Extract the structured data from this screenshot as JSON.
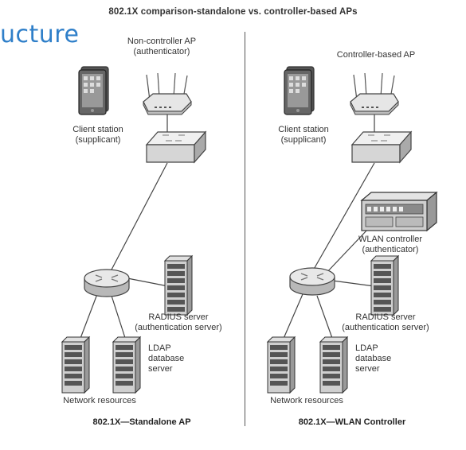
{
  "title": "802.1X comparison-standalone vs. controller-based APs",
  "corner_fragment": "ucture",
  "left_panel": {
    "ap_label_line1": "Non-controller AP",
    "ap_label_line2": "(authenticator)",
    "client_line1": "Client station",
    "client_line2": "(supplicant)",
    "radius_line1": "RADIUS server",
    "radius_line2": "(authentication server)",
    "ldap_line1": "LDAP",
    "ldap_line2": "database",
    "ldap_line3": "server",
    "resources": "Network resources",
    "caption": "802.1X—Standalone AP"
  },
  "right_panel": {
    "ap_label": "Controller-based AP",
    "client_line1": "Client station",
    "client_line2": "(supplicant)",
    "wlc_line1": "WLAN controller",
    "wlc_line2": "(authenticator)",
    "radius_line1": "RADIUS server",
    "radius_line2": "(authentication server)",
    "ldap_line1": "LDAP",
    "ldap_line2": "database",
    "ldap_line3": "server",
    "resources": "Network resources",
    "caption": "802.1X—WLAN Controller"
  }
}
